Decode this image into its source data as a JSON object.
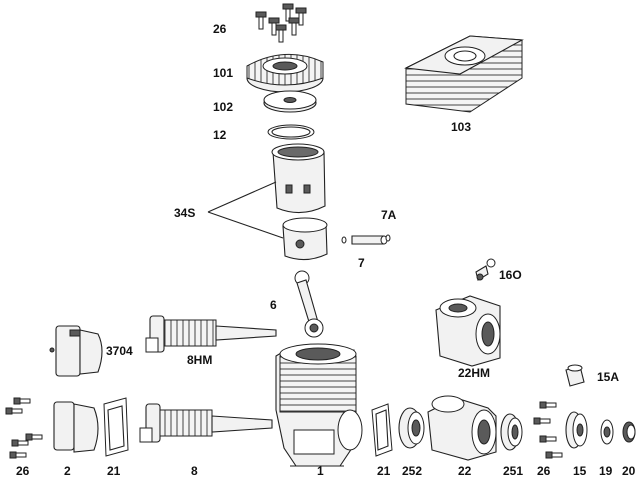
{
  "title": "Engine exploded parts diagram",
  "labels": {
    "p26_top": "26",
    "p101": "101",
    "p102": "102",
    "p12": "12",
    "p34s": "34S",
    "p7a": "7A",
    "p7": "7",
    "p6": "6",
    "p16o": "16O",
    "p103": "103",
    "p3704": "3704",
    "p8hm": "8HM",
    "p22hm": "22HM",
    "p15a": "15A",
    "b26": "26",
    "b2": "2",
    "b21a": "21",
    "b8": "8",
    "b1": "1",
    "b21b": "21",
    "b252": "252",
    "b22": "22",
    "b251": "251",
    "b26b": "26",
    "b15": "15",
    "b19": "19",
    "b20": "20"
  }
}
